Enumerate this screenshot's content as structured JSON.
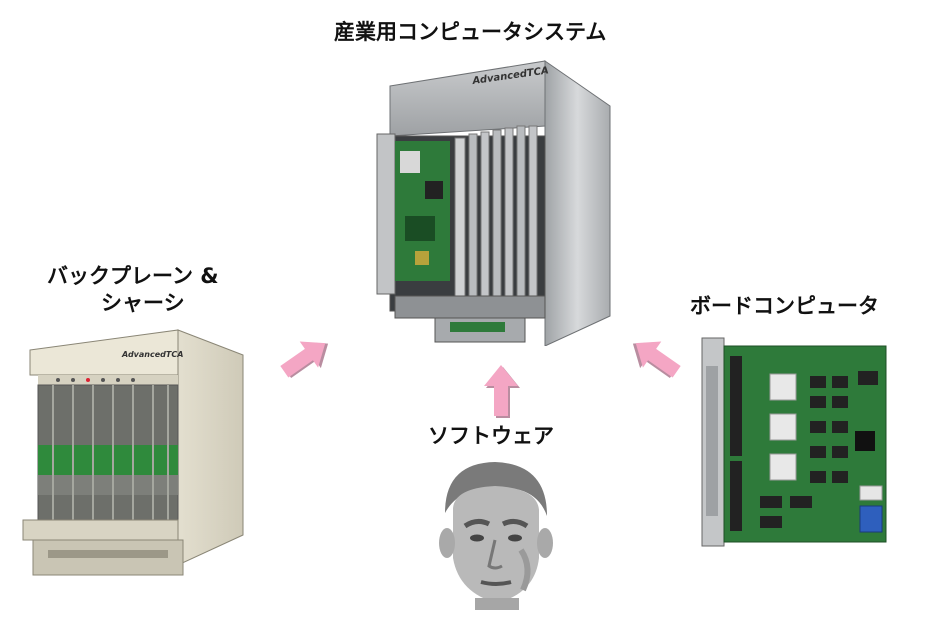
{
  "labels": {
    "center_title": "産業用コンピュータシステム",
    "left_line1": "バックプレーン &",
    "left_line2": "シャーシ",
    "right_title": "ボードコンピュータ",
    "bottom_title": "ソフトウェア"
  },
  "logos": {
    "center_chassis_logo": "AdvancedTCA",
    "left_chassis_logo": "AdvancedTCA"
  },
  "colors": {
    "arrow_fill": "#f4a6c4",
    "arrow_shadow": "#b98da0",
    "pcb_green": "#2e7a3a",
    "metal": "#b9bcbf"
  },
  "icons": {
    "arrows": "block-arrow",
    "software": "person-portrait"
  }
}
